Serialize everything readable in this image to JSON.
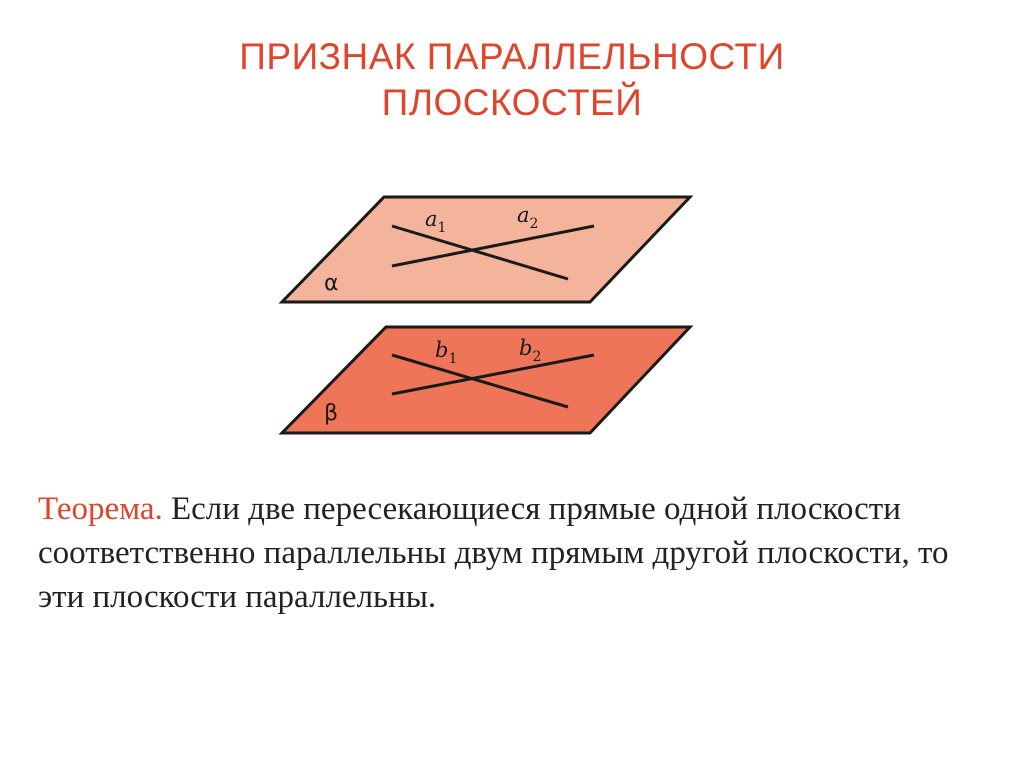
{
  "title": {
    "line1": "ПРИЗНАК ПАРАЛЛЕЛЬНОСТИ",
    "line2": "ПЛОСКОСТЕЙ"
  },
  "figure": {
    "plane_top": {
      "name": "α",
      "line1": {
        "letter": "a",
        "sub": "1"
      },
      "line2": {
        "letter": "a",
        "sub": "2"
      },
      "fill": "#f4b49c"
    },
    "plane_bottom": {
      "name": "β",
      "line1": {
        "letter": "b",
        "sub": "1"
      },
      "line2": {
        "letter": "b",
        "sub": "2"
      },
      "fill": "#ef7558"
    },
    "stroke": "#1a1a1a"
  },
  "theorem": {
    "lead": "Теорема.",
    "text": " Если две пересекающиеся прямые одной плоскости соответственно параллельны двум прямым другой плоскости, то эти плоскости параллельны."
  },
  "colors": {
    "accent": "#e0442a",
    "text": "#222222"
  }
}
